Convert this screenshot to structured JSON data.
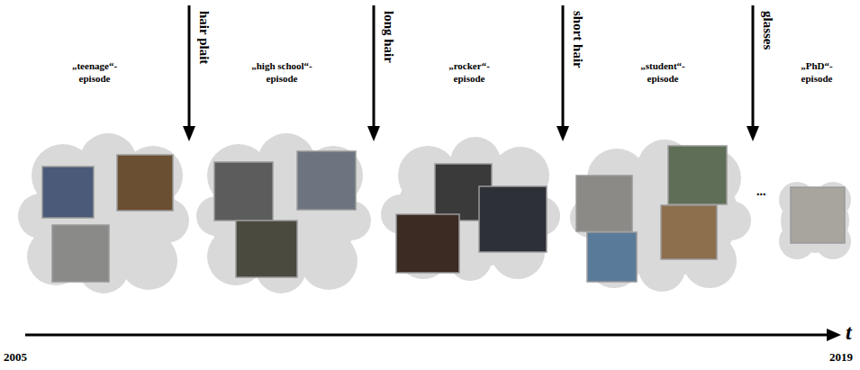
{
  "diagram": {
    "labels": [
      "„teenage“- episode",
      "hair plait",
      "„high school“- episode",
      "long hair",
      "„rocker“- episode",
      "short hair",
      "„student“- episode",
      "glasses",
      "...",
      "„PhD“- episode",
      "t",
      "2005",
      "2019"
    ]
  }
}
